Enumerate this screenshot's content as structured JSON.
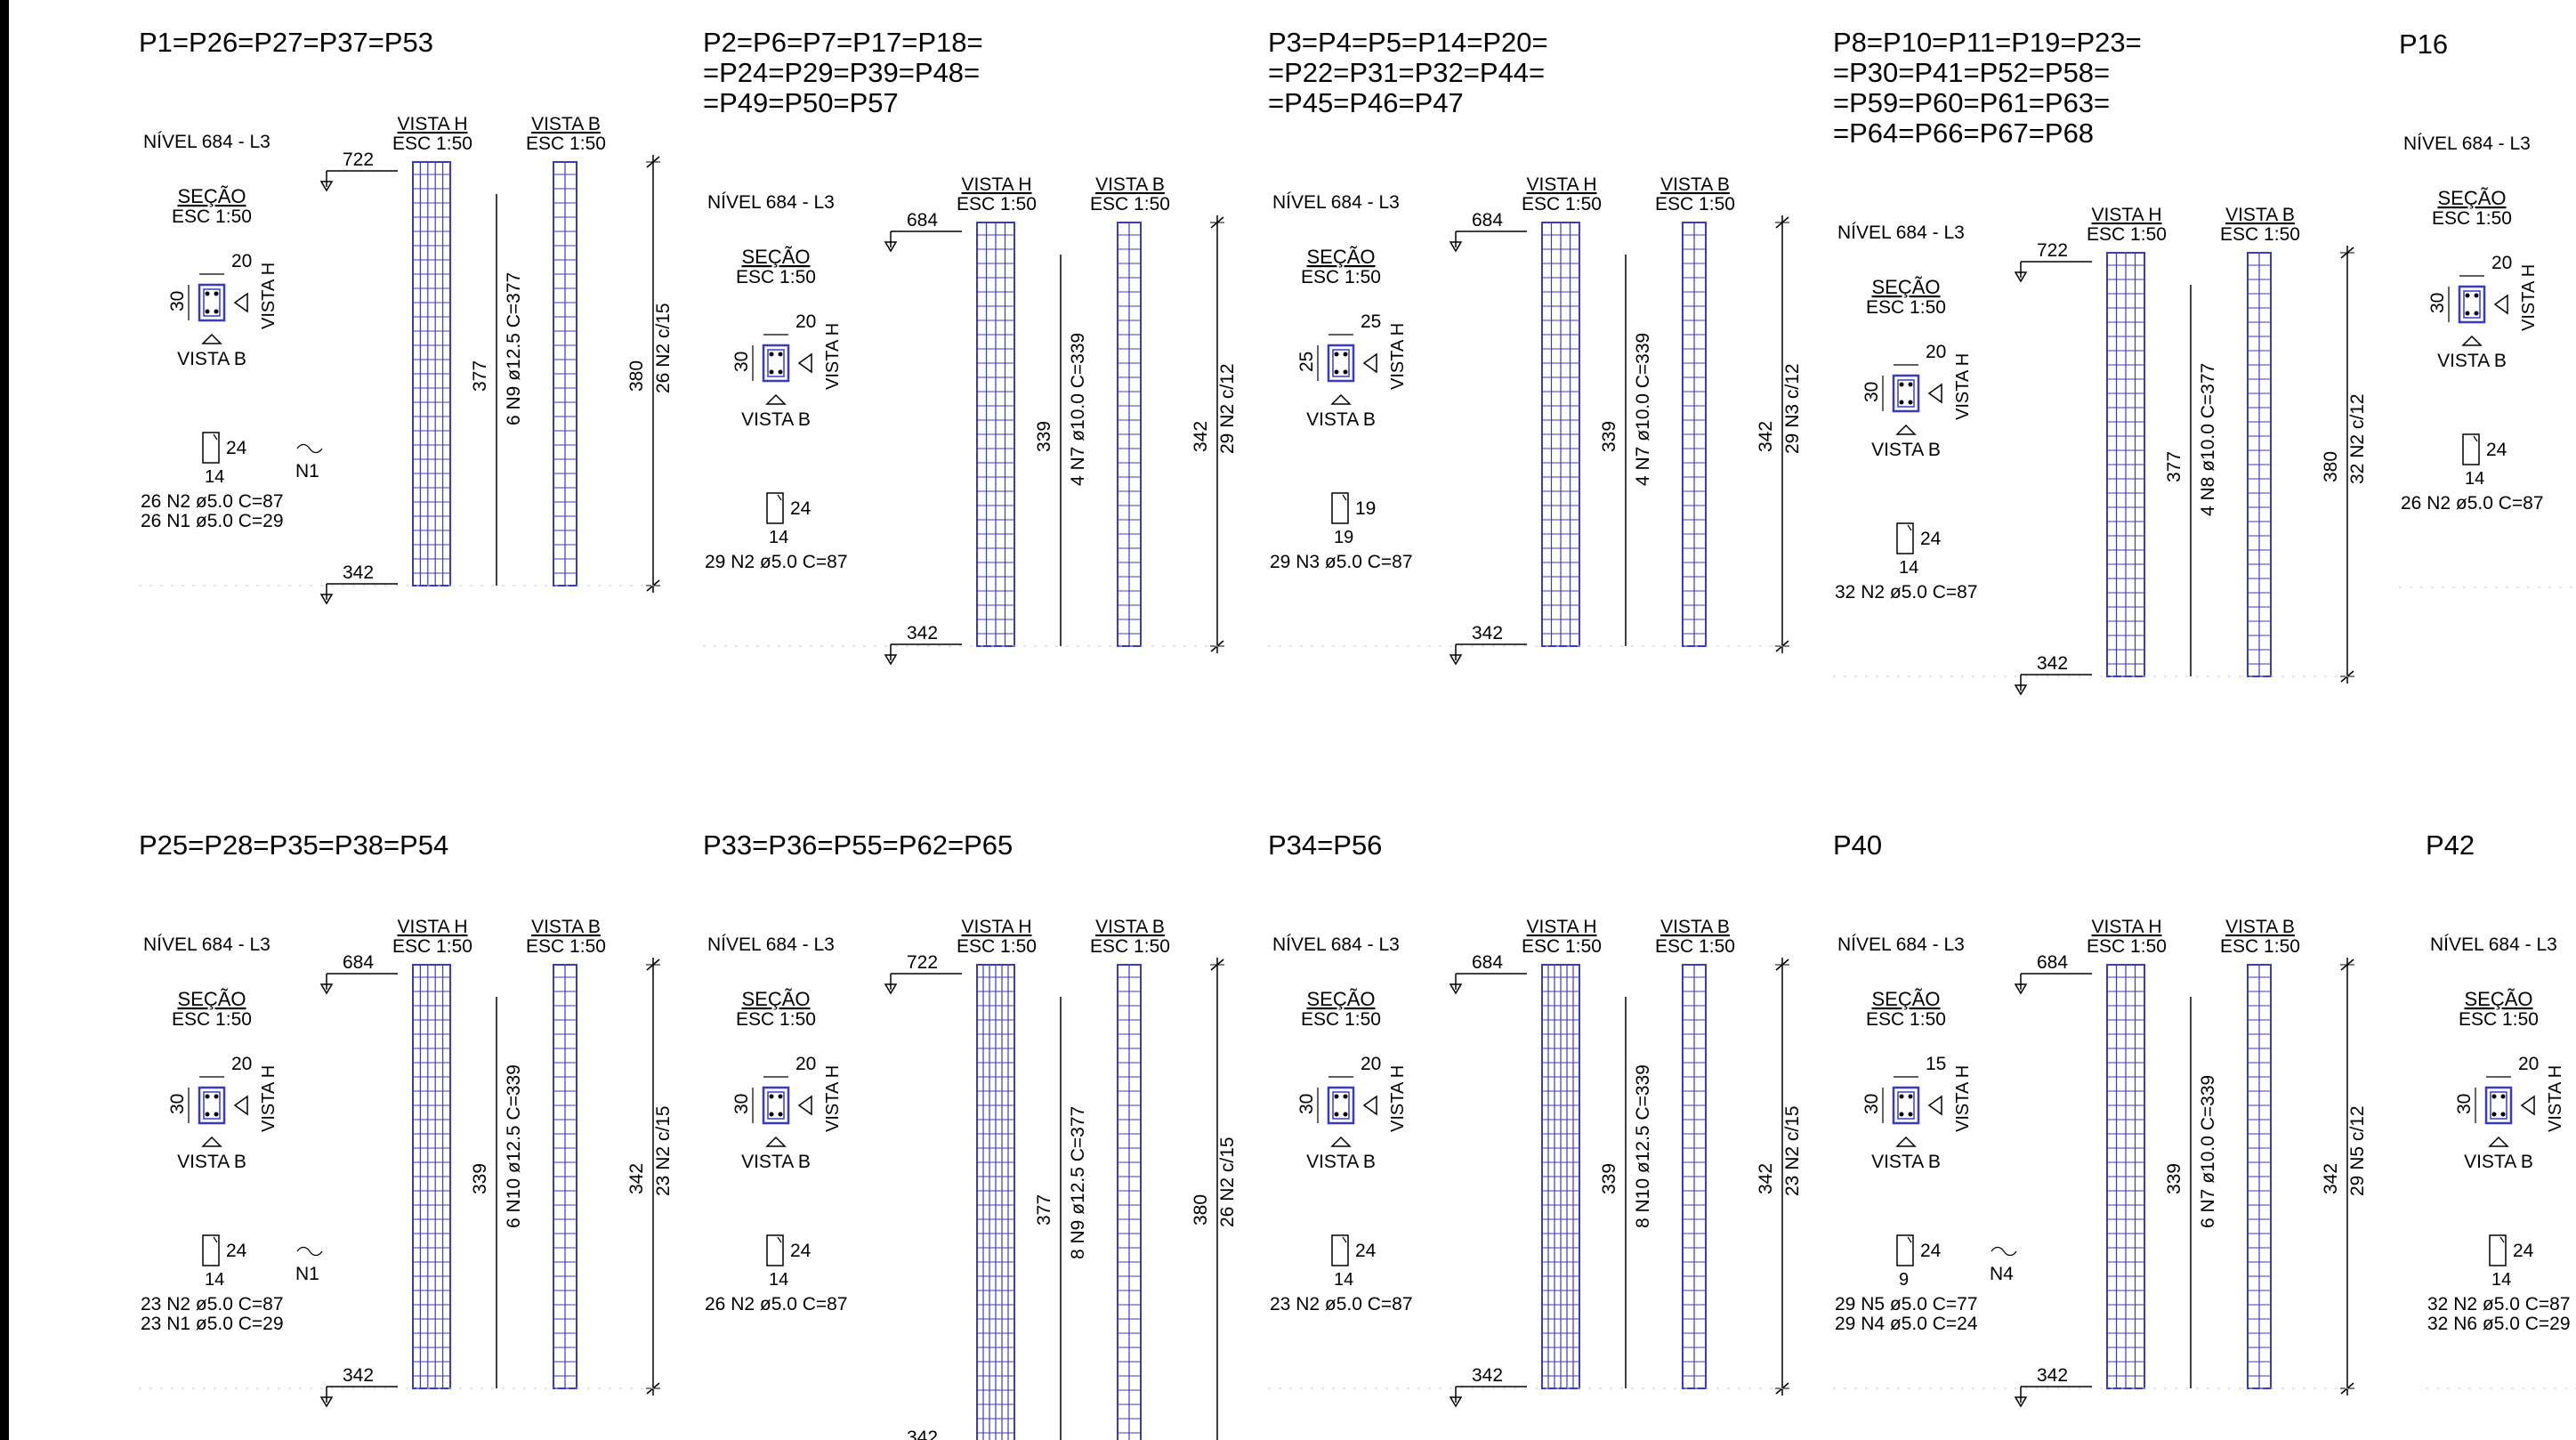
{
  "colors": {
    "rebar": "#3a3ac8",
    "ink": "#000000",
    "background": "#ffffff",
    "frame": "#000000"
  },
  "common": {
    "vista_h": "VISTA H",
    "vista_b": "VISTA B",
    "esc": "ESC 1:50",
    "secao": "SEÇÃO",
    "nivel": "NÍVEL 684 - L3",
    "bottom_level": "342",
    "stirrup_width": "24"
  },
  "pillars": [
    {
      "title": [
        "P1=P26=P27=P37=P53"
      ],
      "top_level": "722",
      "dims": [
        "20",
        "30"
      ],
      "stirrup_depth": "14",
      "height": "377",
      "long_bar": "6 N9 ø12.5 C=377",
      "total": "380",
      "stirrup_bar": "26 N2 c/15",
      "schedule": [
        "26 N2 ø5.0 C=87",
        "26 N1 ø5.0 C=29"
      ],
      "hook": "N1"
    },
    {
      "title": [
        "P2=P6=P7=P17=P18=",
        "=P24=P29=P39=P48=",
        "=P49=P50=P57"
      ],
      "top_level": "684",
      "dims": [
        "20",
        "30"
      ],
      "stirrup_depth": "14",
      "height": "339",
      "long_bar": "4 N7 ø10.0 C=339",
      "total": "342",
      "stirrup_bar": "29 N2 c/12",
      "schedule": [
        "29 N2 ø5.0 C=87"
      ],
      "hook": ""
    },
    {
      "title": [
        "P3=P4=P5=P14=P20=",
        "=P22=P31=P32=P44=",
        "=P45=P46=P47"
      ],
      "top_level": "684",
      "dims": [
        "25",
        "25"
      ],
      "stirrup_width": "19",
      "stirrup_depth": "19",
      "height": "339",
      "long_bar": "4 N7 ø10.0 C=339",
      "total": "342",
      "stirrup_bar": "29 N3 c/12",
      "schedule": [
        "29 N3 ø5.0 C=87"
      ],
      "hook": ""
    },
    {
      "title": [
        "P8=P10=P11=P19=P23=",
        "=P30=P41=P52=P58=",
        "=P59=P60=P61=P63=",
        "=P64=P66=P67=P68"
      ],
      "top_level": "722",
      "dims": [
        "20",
        "30"
      ],
      "stirrup_depth": "14",
      "height": "377",
      "long_bar": "4 N8 ø10.0 C=377",
      "total": "380",
      "stirrup_bar": "32 N2 c/12",
      "schedule": [
        "32 N2 ø5.0 C=87"
      ],
      "hook": ""
    },
    {
      "title": [
        "P16"
      ],
      "top_level": "",
      "dims": [
        "20",
        "30"
      ],
      "stirrup_depth": "14",
      "height": "",
      "long_bar": "",
      "total": "",
      "stirrup_bar": "",
      "schedule": [
        "26 N2 ø5.0 C=87"
      ],
      "hook": ""
    },
    {
      "title": [
        "P25=P28=P35=P38=P54"
      ],
      "top_level": "684",
      "dims": [
        "20",
        "30"
      ],
      "stirrup_depth": "14",
      "height": "339",
      "long_bar": "6 N10 ø12.5 C=339",
      "total": "342",
      "stirrup_bar": "23 N2 c/15",
      "schedule": [
        "23 N2 ø5.0 C=87",
        "23 N1 ø5.0 C=29"
      ],
      "hook": "N1"
    },
    {
      "title": [
        "P33=P36=P55=P62=P65"
      ],
      "top_level": "722",
      "dims": [
        "20",
        "30"
      ],
      "stirrup_depth": "14",
      "height": "377",
      "long_bar": "8 N9 ø12.5 C=377",
      "total": "380",
      "stirrup_bar": "26 N2 c/15",
      "schedule": [
        "26 N2 ø5.0 C=87"
      ],
      "hook": ""
    },
    {
      "title": [
        "P34=P56"
      ],
      "top_level": "684",
      "dims": [
        "20",
        "30"
      ],
      "stirrup_depth": "14",
      "height": "339",
      "long_bar": "8 N10 ø12.5 C=339",
      "total": "342",
      "stirrup_bar": "23 N2 c/15",
      "schedule": [
        "23 N2 ø5.0 C=87"
      ],
      "hook": ""
    },
    {
      "title": [
        "P40"
      ],
      "top_level": "684",
      "dims": [
        "15",
        "30"
      ],
      "stirrup_depth": "9",
      "height": "339",
      "long_bar": "6 N7 ø10.0 C=339",
      "total": "342",
      "stirrup_bar": "29 N5 c/12",
      "schedule": [
        "29 N5 ø5.0 C=77",
        "29 N4 ø5.0 C=24"
      ],
      "hook": "N4"
    },
    {
      "title": [
        "P42"
      ],
      "top_level": "",
      "dims": [
        "20",
        "30"
      ],
      "stirrup_depth": "14",
      "height": "",
      "long_bar": "",
      "total": "",
      "stirrup_bar": "",
      "schedule": [
        "32 N2 ø5.0 C=87",
        "32 N6 ø5.0 C=29"
      ],
      "hook": ""
    }
  ]
}
